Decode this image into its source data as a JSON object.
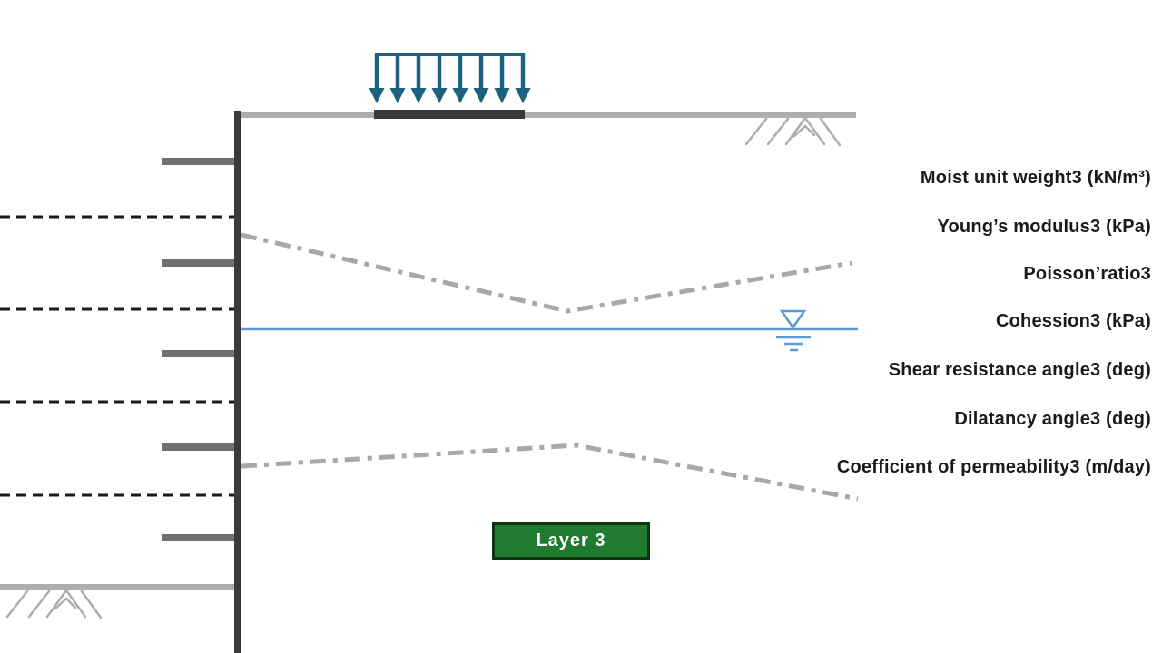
{
  "colors": {
    "wall": "#3a3a3a",
    "strut": "#6f6f6f",
    "ground": "#adadad",
    "boundary": "#a8a8a8",
    "dashed": "#1a1a1a",
    "load": "#1e6080",
    "water": "#5b9bd5",
    "layer_fill": "#1e7b2f",
    "layer_border": "#0e3312",
    "text": "#1a1a1a"
  },
  "layer_box": {
    "label": "Layer 3"
  },
  "params": {
    "items": [
      "Moist unit weight3 (kN/m³)",
      "Young’s modulus3 (kPa)",
      "Poisson’ratio3",
      "Cohession3 (kPa)",
      "Shear resistance angle3 (deg)",
      "Dilatancy angle3 (deg)",
      "Coefficient of permeability3 (m/day)"
    ]
  }
}
